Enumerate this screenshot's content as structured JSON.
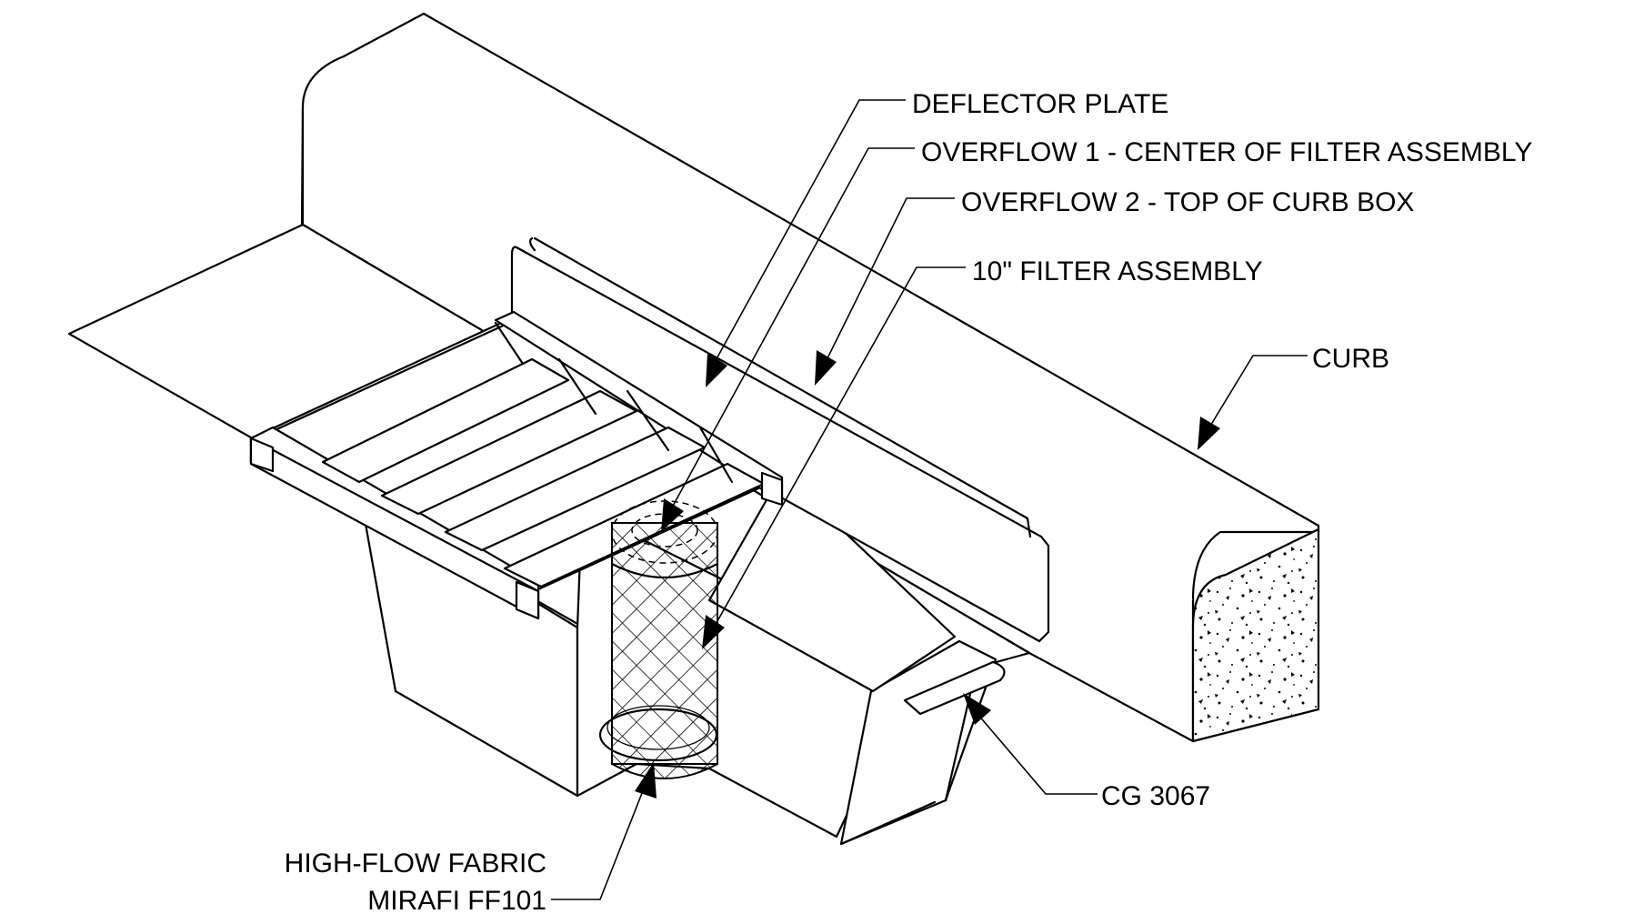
{
  "labels": {
    "deflector_plate": "DEFLECTOR PLATE",
    "overflow_1": "OVERFLOW  1 - CENTER OF FILTER ASSEMBLY",
    "overflow_2": "OVERFLOW  2 - TOP OF CURB BOX",
    "filter_assembly": "10\" FILTER ASSEMBLY",
    "curb": "CURB",
    "cg_3067": "CG 3067",
    "fabric_line1": "HIGH-FLOW FABRIC",
    "fabric_line2": "MIRAFI FF101"
  }
}
